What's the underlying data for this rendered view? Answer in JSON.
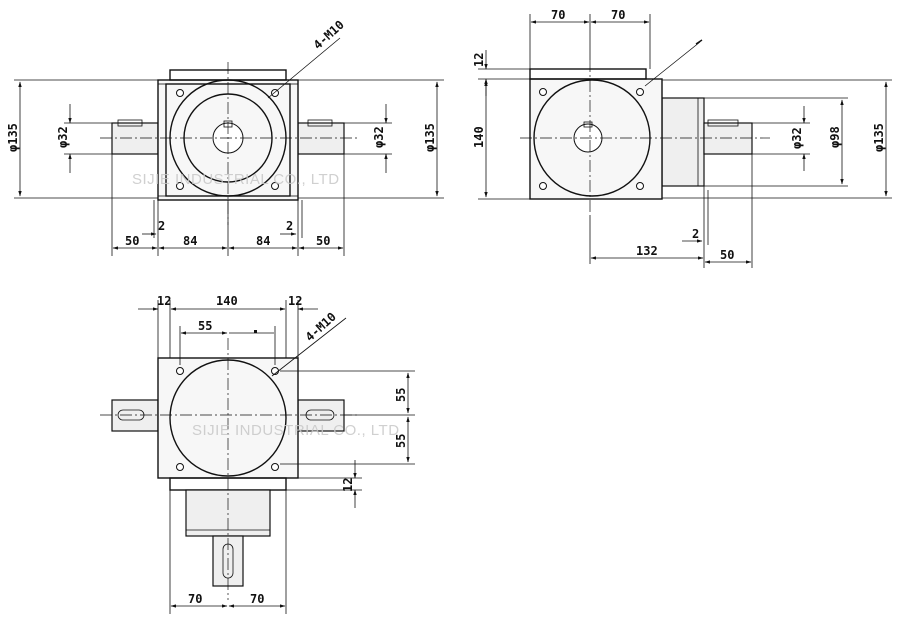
{
  "watermark": "SIJIE INDUSTRIAL CO., LTD",
  "front_view": {
    "bolt_callout": "4-M10",
    "dia_left_height": "φ135",
    "dia_left_shaft": "φ32",
    "dia_right_shaft": "φ32",
    "dia_right_height": "φ135",
    "gap_left": "2",
    "gap_right": "2",
    "dim_shaft_left": "50",
    "dim_half_left": "84",
    "dim_half_right": "84",
    "dim_shaft_right": "50"
  },
  "side_view": {
    "dim_top_left": "70",
    "dim_top_right": "70",
    "dim_flange": "12",
    "dim_body_height": "140",
    "dia_shaft": "φ32",
    "dia_pilot": "φ98",
    "dia_height": "φ135",
    "dim_gap": "2",
    "dim_offset": "132",
    "dim_shaft": "50"
  },
  "top_view": {
    "dim_flange_left": "12",
    "dim_body_width": "140",
    "dim_flange_right": "12",
    "dim_half": "55",
    "bolt_callout": "4-M10",
    "dim_vert_upper": "55",
    "dim_vert_lower": "55",
    "dim_flange_bottom": "12",
    "dim_bottom_left": "70",
    "dim_bottom_right": "70"
  }
}
